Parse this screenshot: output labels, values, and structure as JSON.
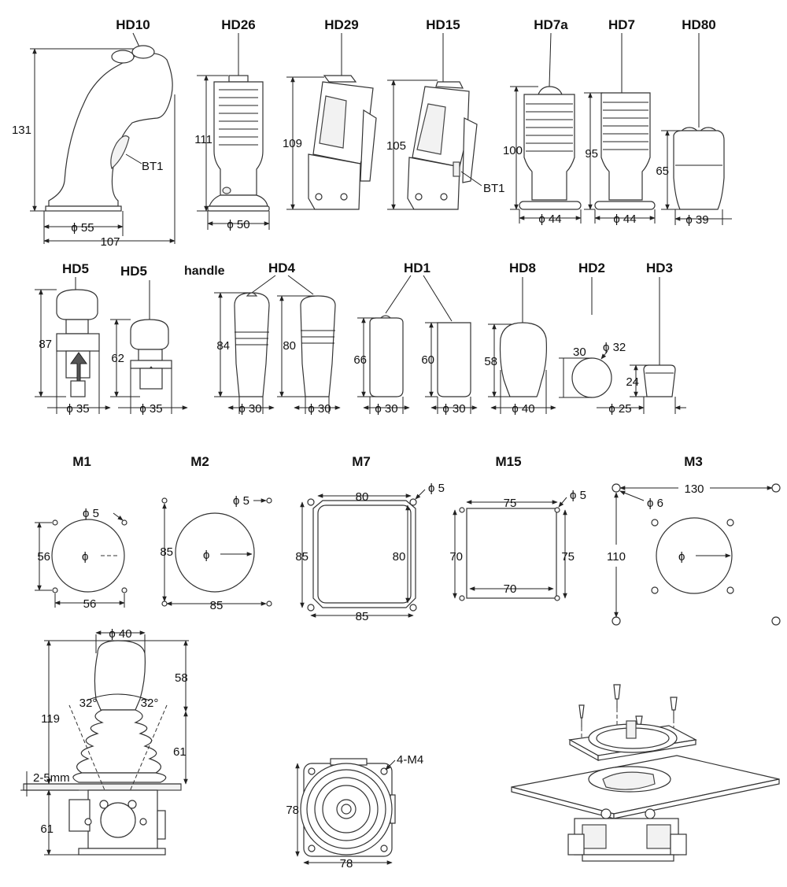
{
  "titles": {
    "hd10": "HD10",
    "hd26": "HD26",
    "hd29": "HD29",
    "hd15": "HD15",
    "hd7a": "HD7a",
    "hd7": "HD7",
    "hd80": "HD80",
    "hd5a": "HD5",
    "hd5b": "HD5",
    "handle": "handle",
    "hd4": "HD4",
    "hd1": "HD1",
    "hd8": "HD8",
    "hd2": "HD2",
    "hd3": "HD3",
    "m1": "M1",
    "m2": "M2",
    "m7": "M7",
    "m15": "M15",
    "m3": "M3"
  },
  "dims": {
    "hd10_h": "131",
    "hd10_d": "ϕ 55",
    "hd10_w": "107",
    "hd10_bt": "BT1",
    "hd26_h": "111",
    "hd26_d": "ϕ 50",
    "hd29_h": "109",
    "hd15_h": "105",
    "hd15_bt": "BT1",
    "hd7a_h": "100",
    "hd7a_d": "ϕ 44",
    "hd7_h": "95",
    "hd7_d": "ϕ 44",
    "hd80_h": "65",
    "hd80_d": "ϕ 39",
    "hd5a_h": "87",
    "hd5a_d": "ϕ 35",
    "hd5b_h": "62",
    "hd5b_d": "ϕ 35",
    "hd4a_h": "84",
    "hd4a_d": "ϕ 30",
    "hd4b_h": "80",
    "hd4b_d": "ϕ 30",
    "hd1a_h": "66",
    "hd1a_d": "ϕ 30",
    "hd1b_h": "60",
    "hd1b_d": "ϕ 30",
    "hd8_h": "58",
    "hd8_d": "ϕ 40",
    "hd2_h": "30",
    "hd2_d": "ϕ 32",
    "hd3_h": "24",
    "hd3_d": "ϕ 25",
    "m1_hole": "ϕ 5",
    "m1_h": "56",
    "m1_w": "56",
    "m1_c": "ϕ",
    "m2_hole": "ϕ 5",
    "m2_h": "85",
    "m2_w": "85",
    "m2_c": "ϕ",
    "m7_top": "80",
    "m7_hole": "ϕ 5",
    "m7_h": "85",
    "m7_in": "80",
    "m7_w": "85",
    "m15_top": "75",
    "m15_hole": "ϕ 5",
    "m15_h": "70",
    "m15_r": "75",
    "m15_in": "70",
    "m3_hole": "ϕ 6",
    "m3_w": "130",
    "m3_h": "110",
    "m3_c": "ϕ",
    "side_d": "ϕ 40",
    "side_58": "58",
    "side_119": "119",
    "side_a1": "32°",
    "side_a2": "32°",
    "side_61a": "61",
    "side_mm": "2-5mm",
    "side_61b": "61",
    "top_78h": "78",
    "top_78w": "78",
    "top_m4": "4-M4"
  }
}
